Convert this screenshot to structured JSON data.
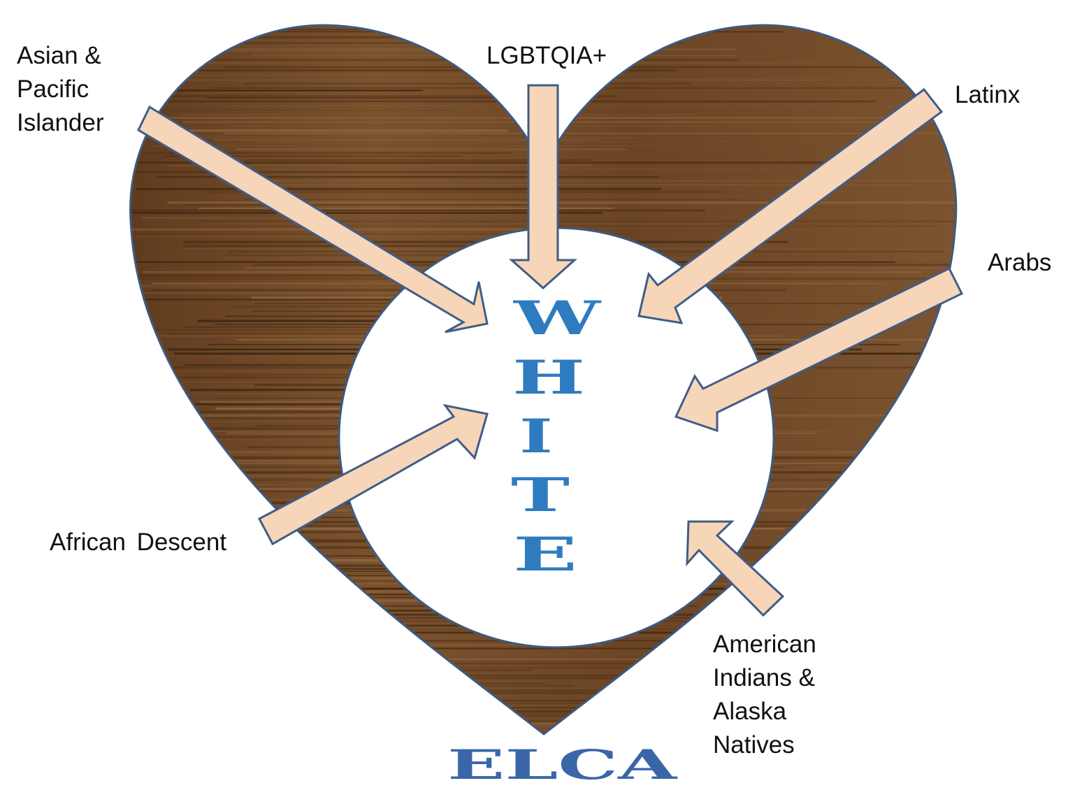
{
  "center_word": "WHITE",
  "center_letters": [
    "W",
    "H",
    "I",
    "T",
    "E"
  ],
  "org_name": "ELCA",
  "groups": [
    {
      "id": "asian",
      "lines": [
        "Asian &",
        "Pacific",
        "Islander"
      ]
    },
    {
      "id": "lgbt",
      "lines": [
        "LGBTQIA+"
      ]
    },
    {
      "id": "latinx",
      "lines": [
        "Latinx"
      ]
    },
    {
      "id": "arabs",
      "lines": [
        "Arabs"
      ]
    },
    {
      "id": "african",
      "lines": [
        "African Descent"
      ]
    },
    {
      "id": "american-indians",
      "lines": [
        "American",
        "Indians &",
        "Alaska",
        "Natives"
      ]
    }
  ],
  "colors": {
    "heart_wood": "#6b4423",
    "heart_outline": "#3d5a80",
    "arrow_fill": "#f7d5b8",
    "arrow_stroke": "#3f5d86",
    "center_text": "#2f7bbf",
    "elca_text": "#3a66a8",
    "circle_fill": "#ffffff"
  }
}
